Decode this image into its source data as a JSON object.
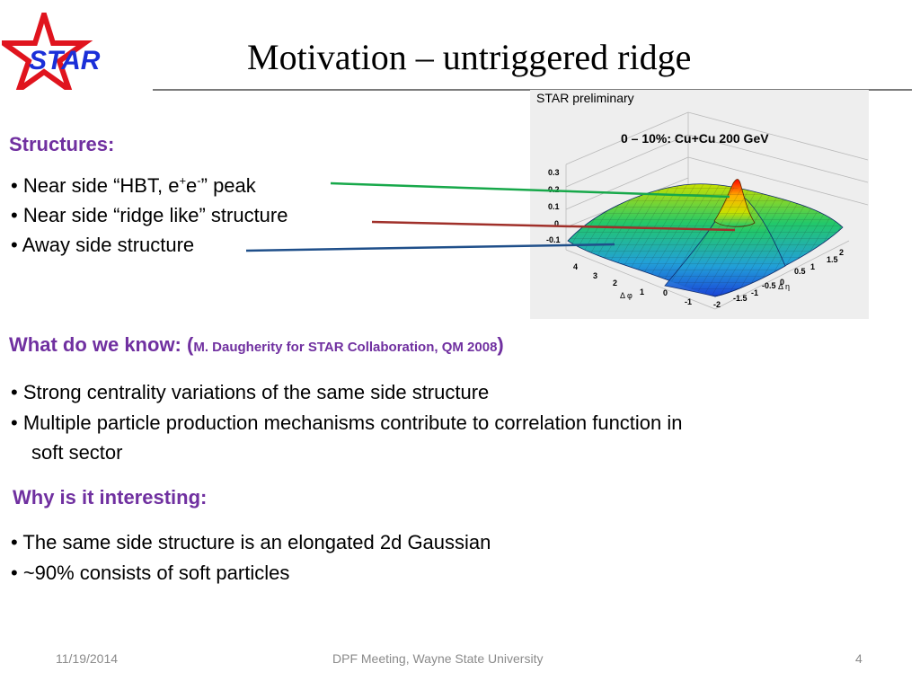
{
  "header": {
    "logo_text": "STAR",
    "title": "Motivation – untriggered ridge"
  },
  "structures": {
    "heading": "Structures:",
    "bullets": {
      "hbt_pre": "• Near side “HBT, e",
      "hbt_sup1": "+",
      "hbt_mid": "e",
      "hbt_sup2": "-",
      "hbt_post": "” peak",
      "ridge": "• Near side “ridge like” structure",
      "away": "• Away side structure"
    }
  },
  "plot": {
    "caption": "STAR preliminary",
    "label": "0 – 10%: Cu+Cu 200 GeV",
    "z_ticks": [
      "0.3",
      "0.2",
      "0.1",
      "0",
      "-0.1"
    ],
    "phi_ticks": [
      "4",
      "3",
      "2",
      "1",
      "0",
      "-1"
    ],
    "phi_label": "Δ φ",
    "eta_ticks": [
      "2",
      "1.5",
      "1",
      "0.5",
      "0",
      "-0.5",
      "-1",
      "-1.5",
      "-2"
    ],
    "eta_label": "Δ η",
    "colors": {
      "peak": "#ff0000",
      "high": "#c8e000",
      "mid": "#22c86a",
      "low": "#1a44d8",
      "panel": "#eeeeee",
      "arrow_hbt": "#17a84a",
      "arrow_ridge": "#a0302a",
      "arrow_away": "#1f4f8a"
    }
  },
  "what": {
    "heading_pre": "What do we know: (",
    "heading_ref": "M. Daugherity for STAR Collaboration, QM 2008",
    "heading_post": ")",
    "bullet1": "• Strong centrality variations of the same side structure",
    "bullet2": "• Multiple particle production mechanisms contribute to correlation function in",
    "bullet2_cont": "soft sector"
  },
  "why": {
    "heading": "Why is it interesting:",
    "bullet1": "• The same side structure is an elongated 2d Gaussian",
    "bullet2": "• ~90% consists of soft particles"
  },
  "footer": {
    "date": "11/19/2014",
    "center": "DPF Meeting, Wayne State University",
    "page": "4"
  }
}
